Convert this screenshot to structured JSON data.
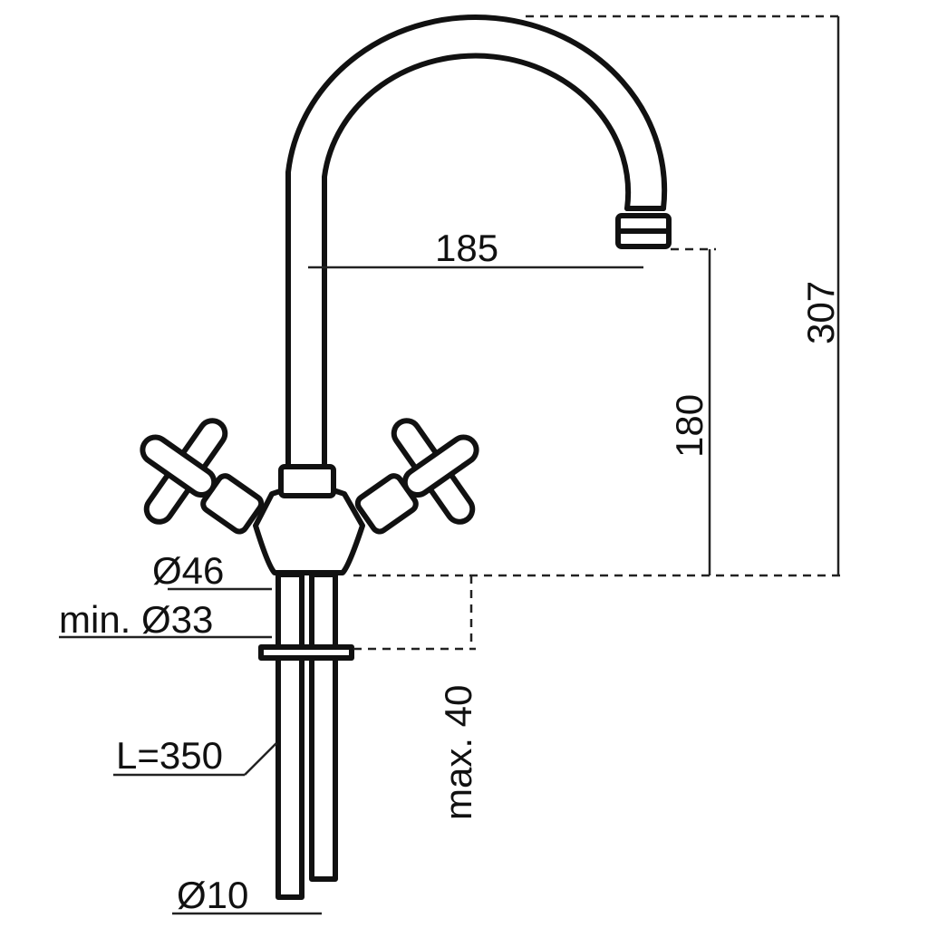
{
  "dimensions": {
    "spout_reach": "185",
    "spout_height": "180",
    "total_height": "307",
    "base_diameter": "Ø46",
    "hole_diameter": "min. Ø33",
    "max_deck_thickness": "max. 40",
    "hose_length": "L=350",
    "hose_diameter": "Ø10"
  }
}
